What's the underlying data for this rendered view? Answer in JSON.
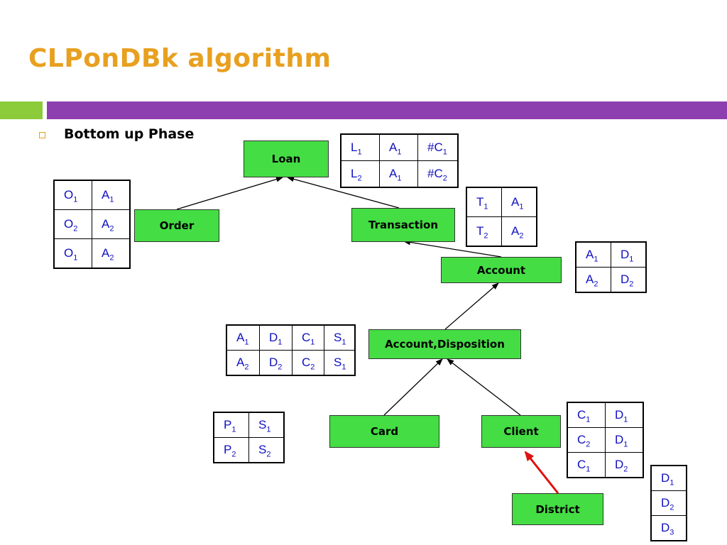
{
  "title": "CLPonDBk algorithm",
  "bullet": "Bottom up Phase",
  "colors": {
    "title": "#E8A020",
    "node_fill": "#44DD44",
    "accent_purple": "#8E3FAF",
    "accent_green": "#8CCB3A",
    "cell_text": "#1010C0",
    "highlight_edge": "#E01010"
  },
  "nodes": {
    "loan": "Loan",
    "order": "Order",
    "transaction": "Transaction",
    "account": "Account",
    "account_disposition": "Account,Disposition",
    "card": "Card",
    "client": "Client",
    "district": "District"
  },
  "edges": [
    {
      "from": "Order",
      "to": "Loan",
      "highlight": false
    },
    {
      "from": "Transaction",
      "to": "Loan",
      "highlight": false
    },
    {
      "from": "Account",
      "to": "Transaction",
      "highlight": false
    },
    {
      "from": "Account,Disposition",
      "to": "Account",
      "highlight": false
    },
    {
      "from": "Card",
      "to": "Account,Disposition",
      "highlight": false
    },
    {
      "from": "Client",
      "to": "Account,Disposition",
      "highlight": false
    },
    {
      "from": "District",
      "to": "Client",
      "highlight": true
    }
  ],
  "tables": {
    "loan": [
      [
        [
          "L",
          "1"
        ],
        [
          "A",
          "1"
        ],
        [
          "#C",
          "1"
        ]
      ],
      [
        [
          "L",
          "2"
        ],
        [
          "A",
          "1"
        ],
        [
          "#C",
          "2"
        ]
      ]
    ],
    "order": [
      [
        [
          "O",
          "1"
        ],
        [
          "A",
          "1"
        ]
      ],
      [
        [
          "O",
          "2"
        ],
        [
          "A",
          "2"
        ]
      ],
      [
        [
          "O",
          "1"
        ],
        [
          "A",
          "2"
        ]
      ]
    ],
    "transaction": [
      [
        [
          "T",
          "1"
        ],
        [
          "A",
          "1"
        ]
      ],
      [
        [
          "T",
          "2"
        ],
        [
          "A",
          "2"
        ]
      ]
    ],
    "account": [
      [
        [
          "A",
          "1"
        ],
        [
          "D",
          "1"
        ]
      ],
      [
        [
          "A",
          "2"
        ],
        [
          "D",
          "2"
        ]
      ]
    ],
    "account_disposition": [
      [
        [
          "A",
          "1"
        ],
        [
          "D",
          "1"
        ],
        [
          "C",
          "1"
        ],
        [
          "S",
          "1"
        ]
      ],
      [
        [
          "A",
          "2"
        ],
        [
          "D",
          "2"
        ],
        [
          "C",
          "2"
        ],
        [
          "S",
          "1"
        ]
      ]
    ],
    "card": [
      [
        [
          "P",
          "1"
        ],
        [
          "S",
          "1"
        ]
      ],
      [
        [
          "P",
          "2"
        ],
        [
          "S",
          "2"
        ]
      ]
    ],
    "client": [
      [
        [
          "C",
          "1"
        ],
        [
          "D",
          "1"
        ]
      ],
      [
        [
          "C",
          "2"
        ],
        [
          "D",
          "1"
        ]
      ],
      [
        [
          "C",
          "1"
        ],
        [
          "D",
          "2"
        ]
      ]
    ],
    "district": [
      [
        [
          "D",
          "1"
        ]
      ],
      [
        [
          "D",
          "2"
        ]
      ],
      [
        [
          "D",
          "3"
        ]
      ]
    ]
  }
}
